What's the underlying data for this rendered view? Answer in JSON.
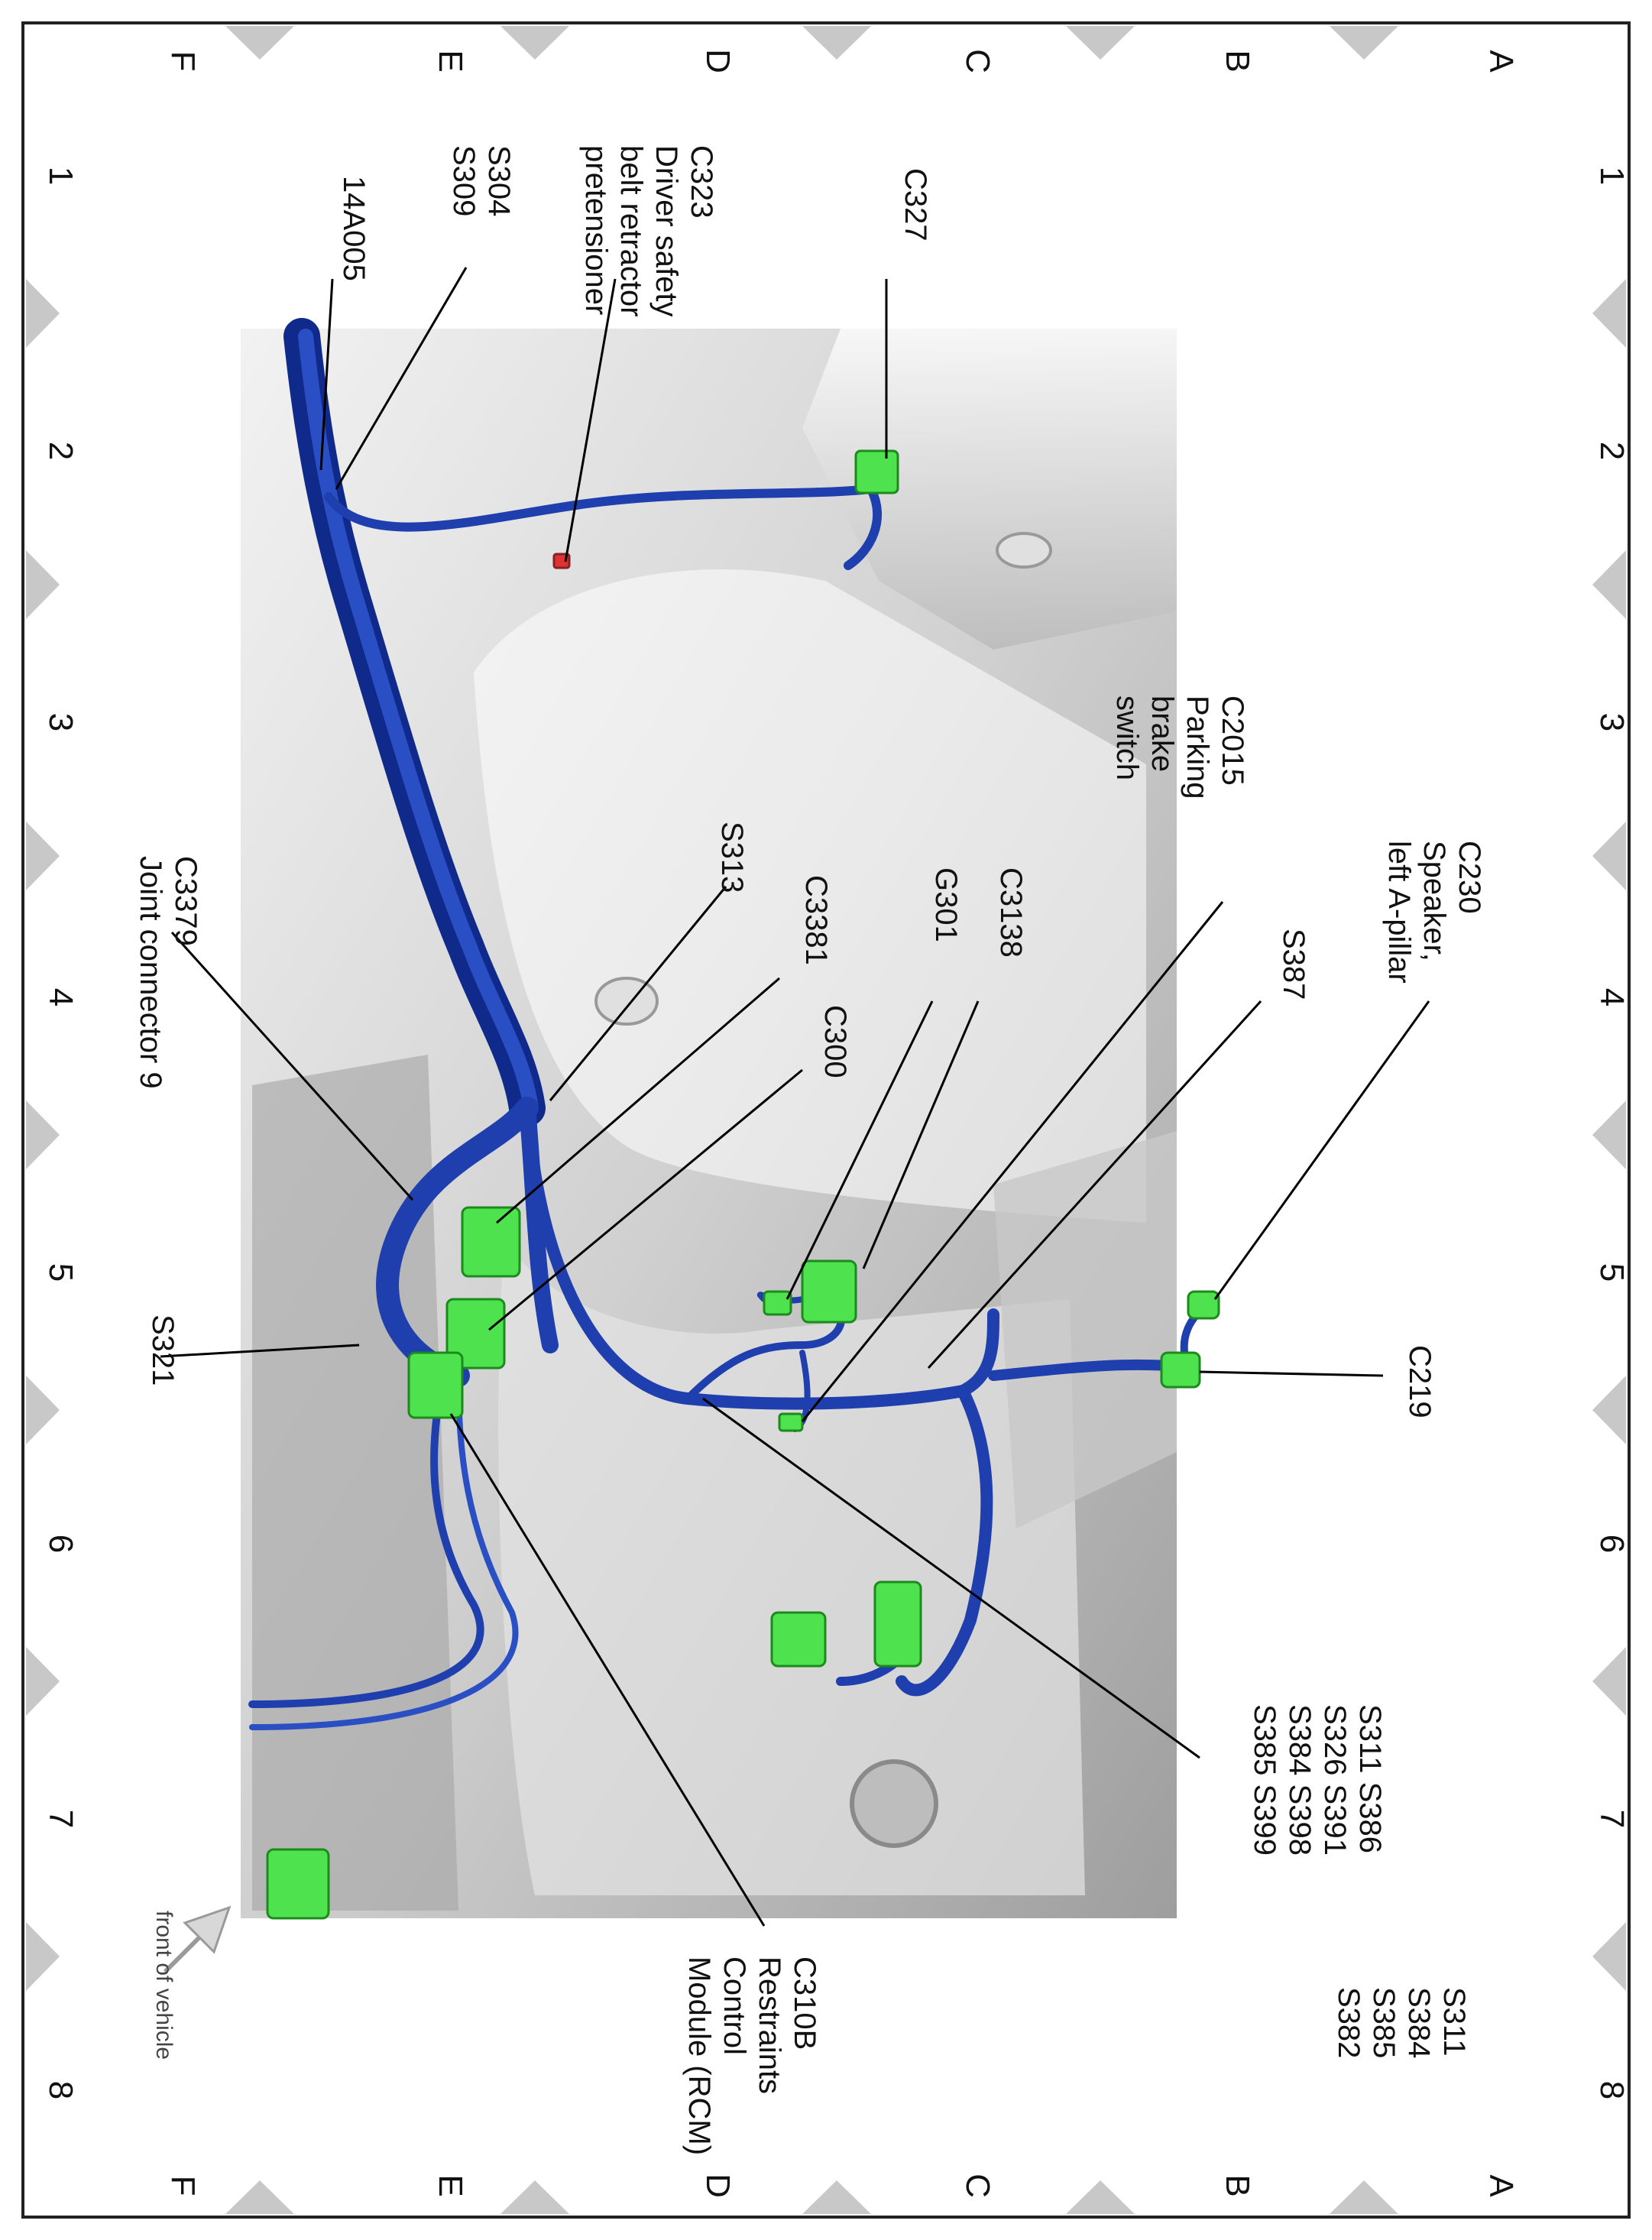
{
  "grid": {
    "rows": [
      "A",
      "B",
      "C",
      "D",
      "E",
      "F"
    ],
    "columns": [
      "1",
      "2",
      "3",
      "4",
      "5",
      "6",
      "7",
      "8"
    ]
  },
  "callouts": {
    "c230": [
      "C230",
      "Speaker,",
      "left A-pillar"
    ],
    "c2015": [
      "C2015",
      "Parking",
      "brake",
      "switch"
    ],
    "s387": [
      "S387"
    ],
    "c3138": [
      "C3138"
    ],
    "g301": [
      "G301"
    ],
    "c3381": [
      "C3381"
    ],
    "c300": [
      "C300"
    ],
    "s313": [
      "S313"
    ],
    "c3379": [
      "C3379",
      "Joint connector 9"
    ],
    "c327": [
      "C327"
    ],
    "c323": [
      "C323",
      "Driver safety",
      "belt retractor",
      "pretensioner"
    ],
    "s304_s309": [
      "S304",
      "S309"
    ],
    "a14005": [
      "14A005"
    ],
    "s321": [
      "S321"
    ],
    "c219": [
      "C219"
    ],
    "splice_group": [
      "S311  S386",
      "S326  S391",
      "S384  S398",
      "S385  S399"
    ],
    "c310b": [
      "C310B",
      "Restraints",
      "Control",
      "Module (RCM)"
    ],
    "inset_group": [
      "S311",
      "S384",
      "S385",
      "S382"
    ]
  },
  "orientation": {
    "label": "front of vehicle"
  },
  "colors": {
    "harness": "#1f3fae",
    "harness_dark": "#0f2a8a",
    "connector": "#4ee24e",
    "body_panel": "#d6d6d6",
    "grid_marker": "#c8c8c8"
  }
}
